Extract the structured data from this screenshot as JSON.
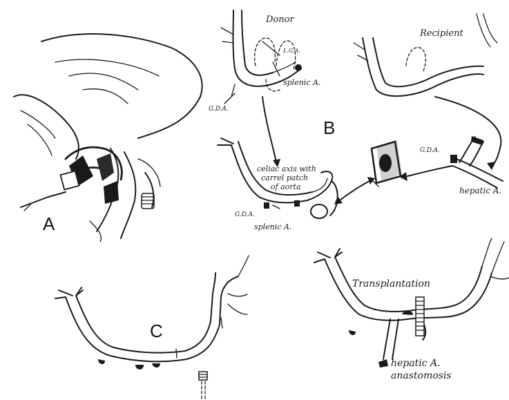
{
  "panels": {
    "A": {
      "letter": "A"
    },
    "B": {
      "letter": "B",
      "donor_title": "Donor",
      "recipient_title": "Recipient",
      "labels": {
        "lga": "L.G.A.",
        "splenic_donor": "splenic A.",
        "gda_donor": "G.D.A.",
        "gda_recipient": "G.D.A.",
        "hepatic": "hepatic A.",
        "celiac_line1": "celiac axis with",
        "celiac_line2": "carrel patch",
        "celiac_line3": "of aorta",
        "gda_lower": "G.D.A.",
        "splenic_lower": "splenic A."
      }
    },
    "C": {
      "letter": "C",
      "transplant_title": "Transplantation",
      "anastomosis_line1": "hepatic A.",
      "anastomosis_line2": "anastomosis"
    }
  }
}
